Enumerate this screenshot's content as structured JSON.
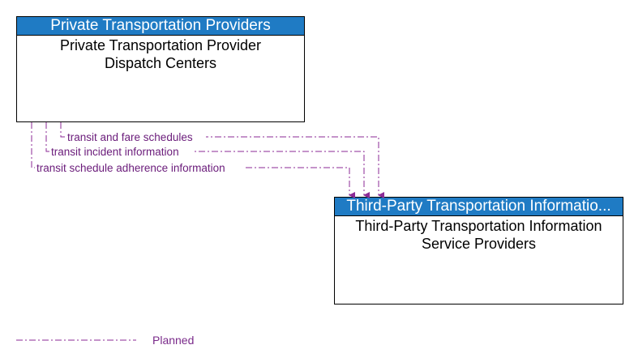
{
  "nodes": {
    "source": {
      "header": "Private Transportation Providers",
      "body": "Private Transportation Provider\nDispatch Centers"
    },
    "target": {
      "header": "Third-Party Transportation Informatio...",
      "body": "Third-Party Transportation Information\nService Providers"
    }
  },
  "flows": [
    {
      "label": "transit and fare schedules",
      "status": "Planned"
    },
    {
      "label": "transit incident information",
      "status": "Planned"
    },
    {
      "label": "transit schedule adherence information",
      "status": "Planned"
    }
  ],
  "legend": {
    "planned_label": "Planned"
  },
  "colors": {
    "header_bg": "#1f7bc4",
    "planned_flow": "#8b2a96"
  }
}
